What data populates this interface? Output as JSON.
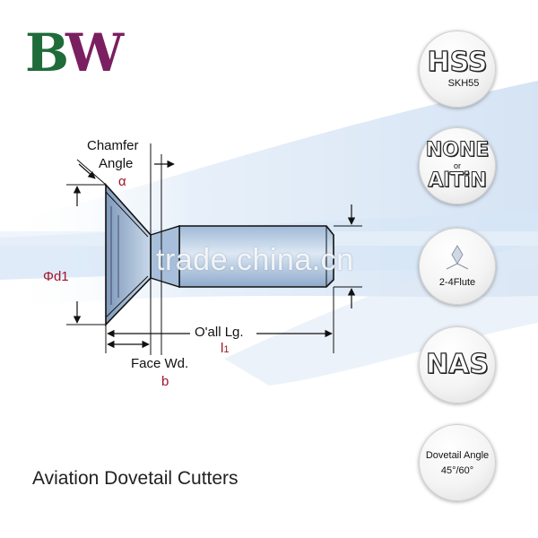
{
  "logo": {
    "letter_1": "B",
    "letter_2": "W"
  },
  "drawing": {
    "chamfer_label_1": "Chamfer",
    "chamfer_label_2": "Angle",
    "chamfer_symbol": "α",
    "diameter_symbol": "Φd1",
    "overall_length_label": "O'all Lg.",
    "overall_length_symbol": "l",
    "overall_length_subscript": "1",
    "face_width_label": "Face Wd.",
    "face_width_symbol": "b"
  },
  "watermark": "trade.china.cn",
  "product_title": "Aviation Dovetail Cutters",
  "badges": {
    "material": {
      "main": "HSS",
      "sub": "SKH55"
    },
    "coating": {
      "main": "NONE",
      "middle": "or",
      "alt": "AlTiN"
    },
    "flute": {
      "label": "2-4Flute"
    },
    "standard": {
      "main": "NAS"
    },
    "angle": {
      "label": "Dovetail Angle",
      "value": "45°/60°"
    }
  },
  "colors": {
    "logo_green": "#1f6b3a",
    "logo_purple": "#7a2060",
    "label_red": "#a0142a",
    "shank_blue": "#b7cde4",
    "wave_blue": "#cfe0f3"
  }
}
